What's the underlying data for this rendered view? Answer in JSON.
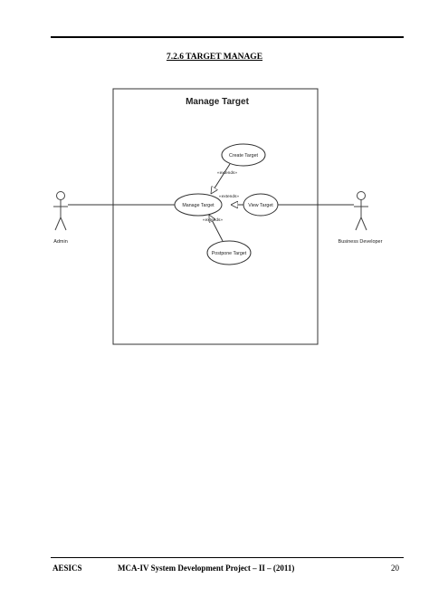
{
  "section": {
    "title": "7.2.6 TARGET MANAGE"
  },
  "diagram": {
    "system_name": "Manage Target",
    "actors": {
      "left": "Admin",
      "right": "Business Developer"
    },
    "use_cases": {
      "manage": "Manage Target",
      "create": "Create Target",
      "view": "View Target",
      "postpone": "Postpone Target"
    },
    "relations": {
      "create_extends": "«extends»",
      "view_extends": "«extends»",
      "postpone_extends": "«extends»"
    }
  },
  "footer": {
    "left": "AESICS",
    "center": "MCA-IV System Development Project – II – (2011)",
    "page_number": "20"
  }
}
